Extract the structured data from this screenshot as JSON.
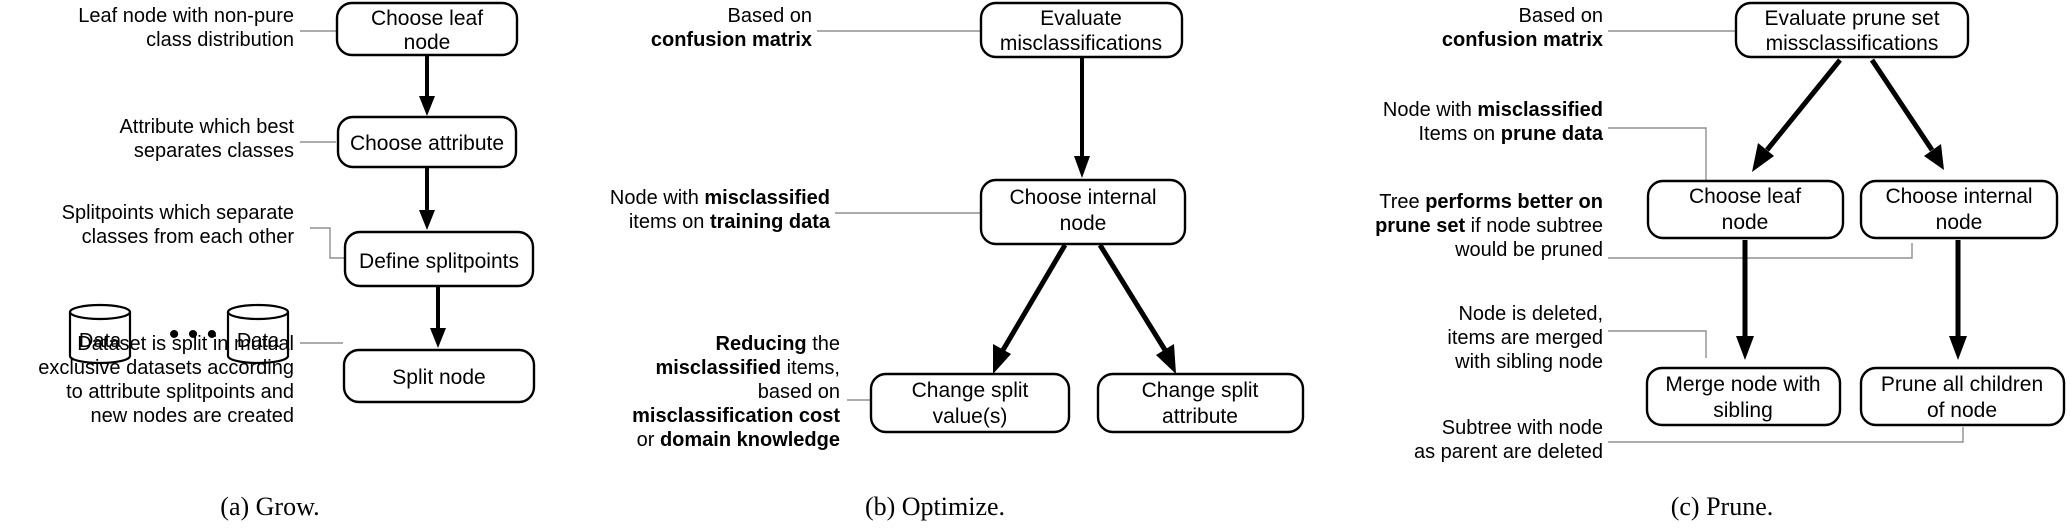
{
  "grow": {
    "boxes": {
      "choose_leaf": [
        "Choose leaf",
        "node"
      ],
      "choose_attribute": [
        "Choose attribute"
      ],
      "define_splitpoints": [
        "Define splitpoints"
      ],
      "split_node": [
        "Split node"
      ]
    },
    "notes": {
      "leaf": [
        [
          [
            "Leaf node with non-pure",
            false
          ]
        ],
        [
          [
            "class distribution",
            false
          ]
        ]
      ],
      "attribute": [
        [
          [
            "Attribute which best",
            false
          ]
        ],
        [
          [
            "separates classes",
            false
          ]
        ]
      ],
      "splitpoints": [
        [
          [
            "Splitpoints which separate",
            false
          ]
        ],
        [
          [
            "classes from each other",
            false
          ]
        ]
      ],
      "dataset": [
        [
          [
            "Dataset is split in mutual",
            false
          ]
        ],
        [
          [
            "exclusive datasets according",
            false
          ]
        ],
        [
          [
            "to attribute splitpoints and",
            false
          ]
        ],
        [
          [
            "new nodes are created",
            false
          ]
        ]
      ]
    },
    "data_label": "Data",
    "dots": "• • •",
    "caption": "(a)  Grow."
  },
  "optimize": {
    "boxes": {
      "evaluate": [
        "Evaluate",
        "misclassifications"
      ],
      "choose_internal": [
        "Choose internal",
        "node"
      ],
      "change_value": [
        "Change split",
        "value(s)"
      ],
      "change_attribute": [
        "Change split",
        "attribute"
      ]
    },
    "notes": {
      "confusion": [
        [
          [
            "Based on",
            false
          ]
        ],
        [
          [
            "confusion matrix",
            true
          ]
        ]
      ],
      "misclassified": [
        [
          [
            "Node with ",
            false
          ],
          [
            "misclassified",
            true
          ]
        ],
        [
          [
            "items on ",
            false
          ],
          [
            "training data",
            true
          ]
        ]
      ],
      "reducing": [
        [
          [
            "Reducing",
            true
          ],
          [
            " the",
            false
          ]
        ],
        [
          [
            "misclassified",
            true
          ],
          [
            " items,",
            false
          ]
        ],
        [
          [
            "based on",
            false
          ]
        ],
        [
          [
            "misclassification cost",
            true
          ]
        ],
        [
          [
            "or ",
            false
          ],
          [
            "domain knowledge",
            true
          ]
        ]
      ]
    },
    "caption": "(b)  Optimize."
  },
  "prune": {
    "boxes": {
      "evaluate": [
        "Evaluate prune set",
        "missclassifications"
      ],
      "choose_leaf": [
        "Choose leaf",
        "node"
      ],
      "choose_internal": [
        "Choose internal",
        "node"
      ],
      "merge": [
        "Merge node with",
        "sibling"
      ],
      "prune_children": [
        "Prune all children",
        "of node"
      ]
    },
    "notes": {
      "confusion": [
        [
          [
            "Based on",
            false
          ]
        ],
        [
          [
            "confusion matrix",
            true
          ]
        ]
      ],
      "misclassified": [
        [
          [
            "Node with ",
            false
          ],
          [
            "misclassified",
            true
          ]
        ],
        [
          [
            "Items on ",
            false
          ],
          [
            "prune data",
            true
          ]
        ]
      ],
      "performs": [
        [
          [
            "Tree ",
            false
          ],
          [
            "performs better on",
            true
          ]
        ],
        [
          [
            "prune set",
            true
          ],
          [
            " if node subtree",
            false
          ]
        ],
        [
          [
            "would be pruned",
            false
          ]
        ]
      ],
      "deleted": [
        [
          [
            "Node is deleted,",
            false
          ]
        ],
        [
          [
            "items are merged",
            false
          ]
        ],
        [
          [
            "with sibling node",
            false
          ]
        ]
      ],
      "subtree": [
        [
          [
            "Subtree with node",
            false
          ]
        ],
        [
          [
            "as parent are deleted",
            false
          ]
        ]
      ]
    },
    "caption": "(c)  Prune."
  }
}
